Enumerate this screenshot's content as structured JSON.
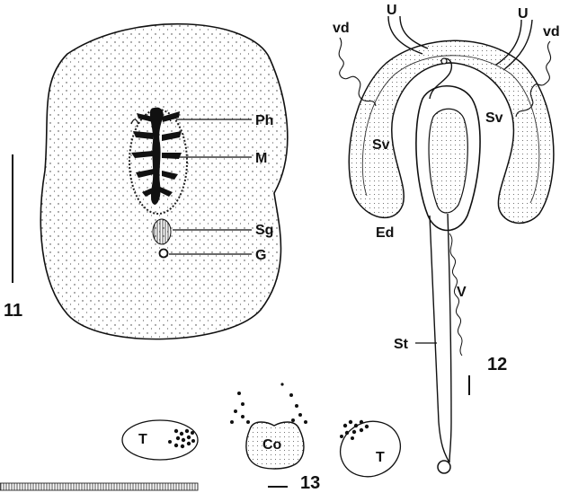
{
  "figures": {
    "fig11": {
      "number": "11",
      "labels": {
        "ph": "Ph",
        "m": "M",
        "sg": "Sg",
        "g": "G"
      }
    },
    "fig12": {
      "number": "12",
      "labels": {
        "vd_left": "vd",
        "vd_right": "vd",
        "u_left": "U",
        "u_right": "U",
        "sv_left": "Sv",
        "sv_right": "Sv",
        "ed": "Ed",
        "v": "V",
        "st": "St"
      }
    },
    "fig13": {
      "number": "13",
      "labels": {
        "t_left": "T",
        "co": "Co",
        "t_right": "T"
      }
    }
  },
  "colors": {
    "ink": "#111111",
    "background": "#ffffff"
  }
}
